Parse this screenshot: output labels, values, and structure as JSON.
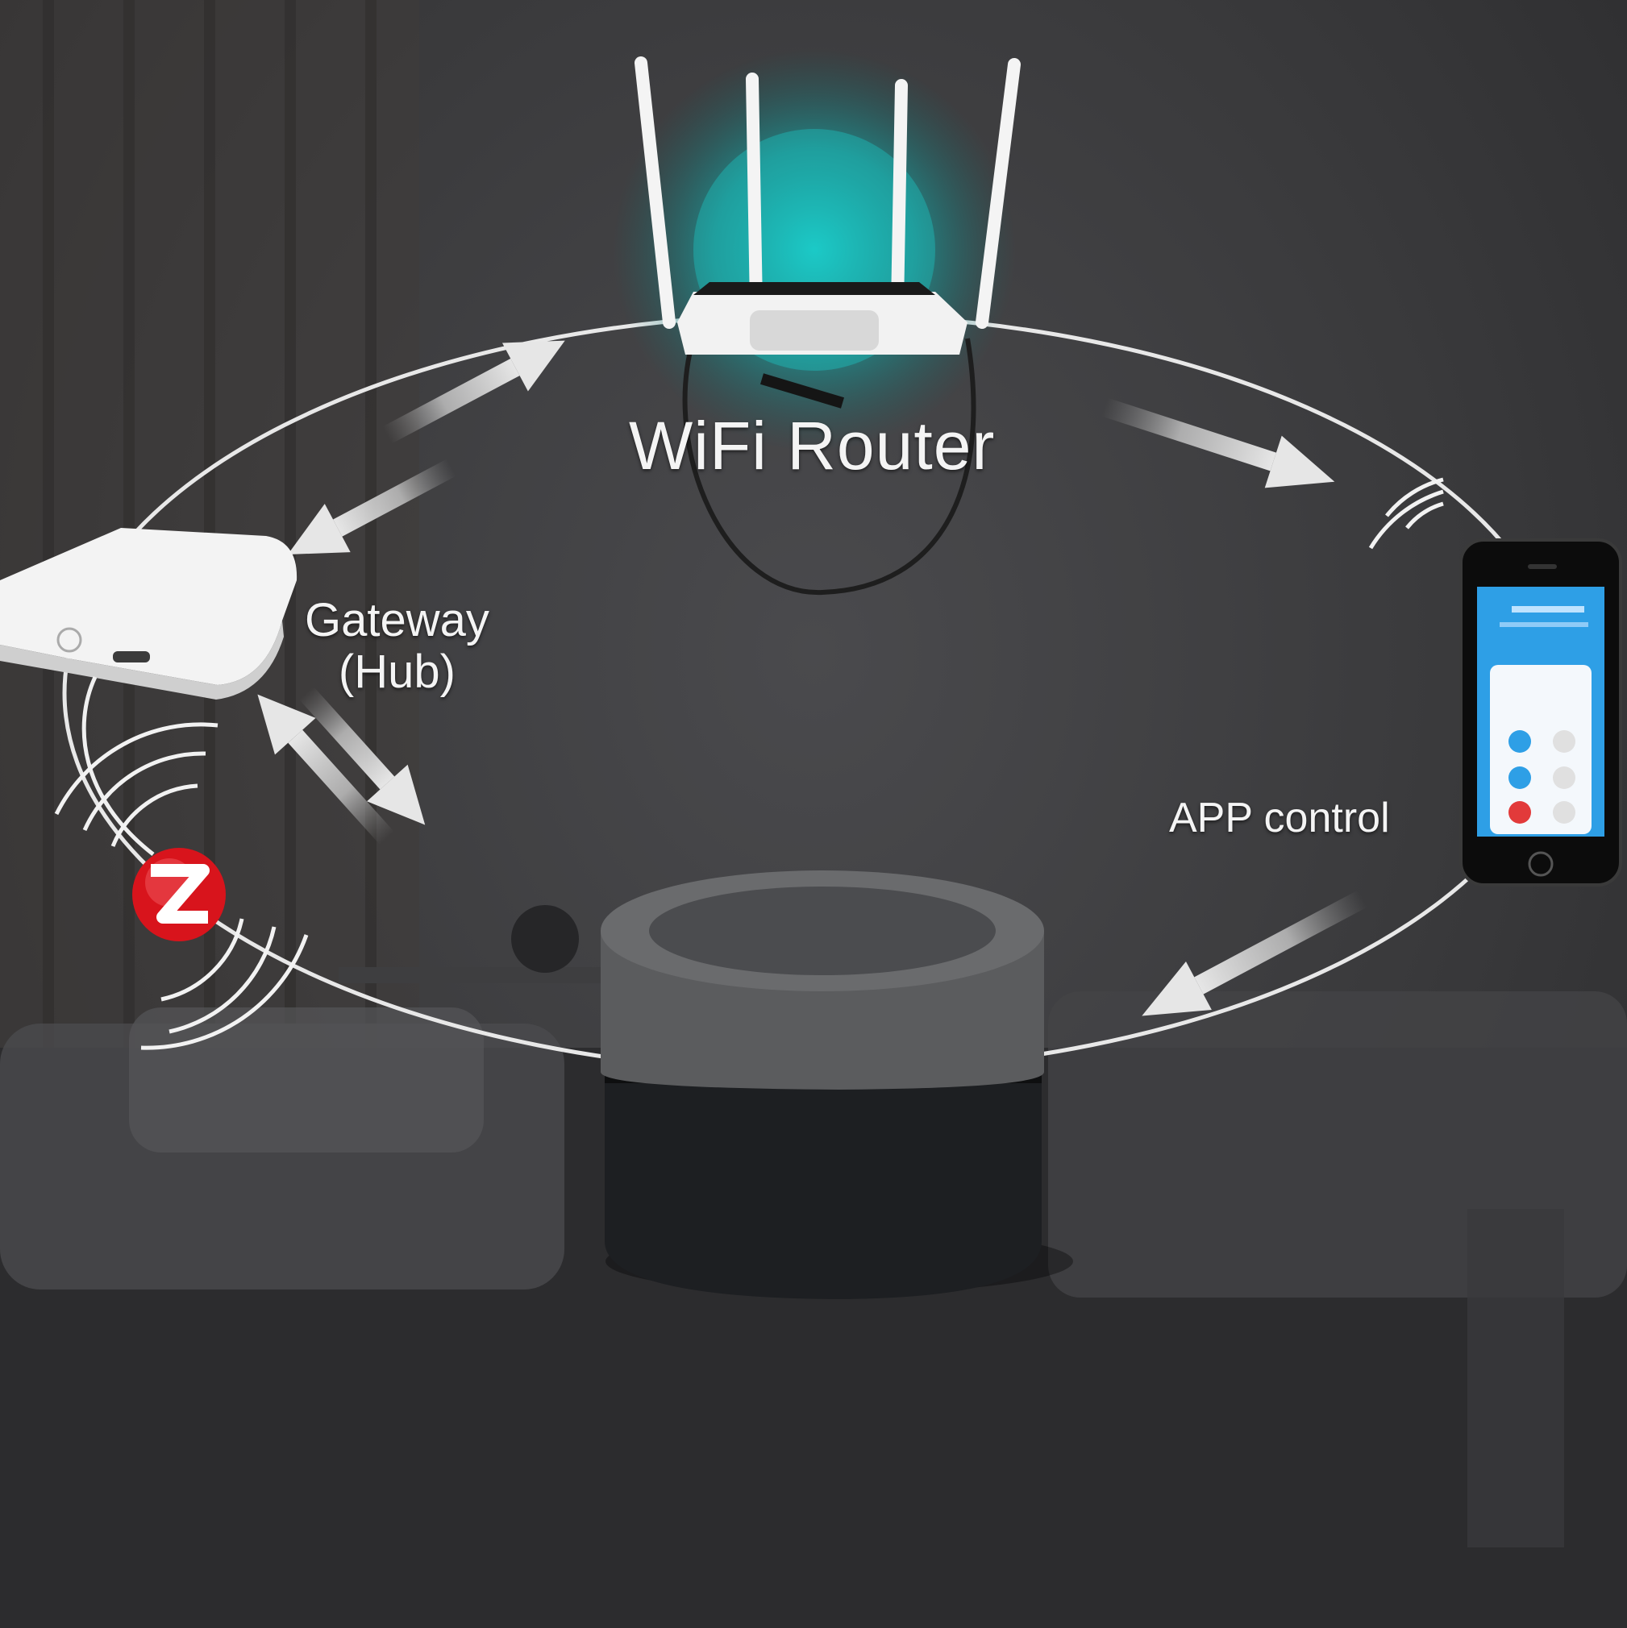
{
  "labels": {
    "router": "WiFi Router",
    "gateway_line1": "Gateway",
    "gateway_line2": "(Hub)",
    "app": "APP control"
  },
  "nodes": [
    {
      "name": "wifi-router",
      "icon": "router-icon"
    },
    {
      "name": "gateway-hub",
      "icon": "hub-icon"
    },
    {
      "name": "smartphone",
      "icon": "phone-icon"
    },
    {
      "name": "zigbee-device",
      "icon": "puck-device-icon"
    }
  ],
  "colors": {
    "background": "#3a3a3c",
    "loop_line": "#e8e8e8",
    "arrow": "#d8d8d8",
    "router_glow": "#19d3d0",
    "zigbee_red": "#d8141c",
    "phone_screen": "#2e9fe6",
    "device_top": "#5b5c5e",
    "device_base": "#1d1f22"
  }
}
